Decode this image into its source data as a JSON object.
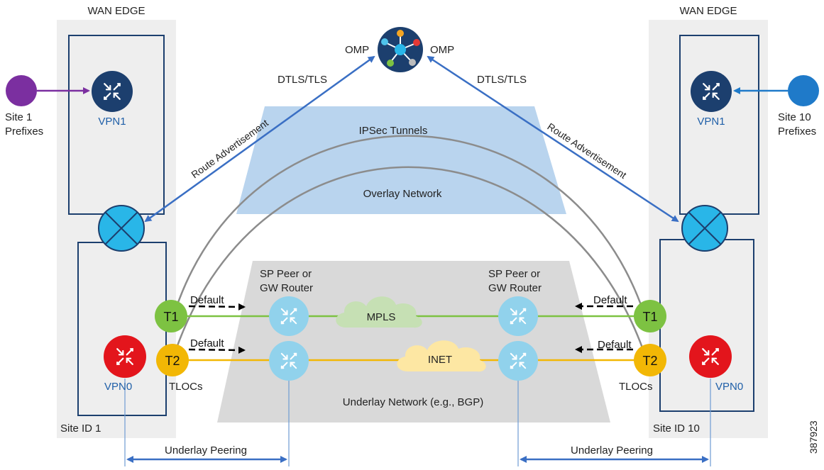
{
  "wan_edge_left": {
    "title": "WAN EDGE",
    "site_id": "Site ID 1",
    "vpn_service": "VPN1",
    "vpn_transport": "VPN0",
    "prefix_line1": "Site 1",
    "prefix_line2": "Prefixes",
    "route_adv": "Route Advertisement",
    "tloc_label": "TLOCs"
  },
  "wan_edge_right": {
    "title": "WAN EDGE",
    "site_id": "Site ID 10",
    "vpn_service": "VPN1",
    "vpn_transport": "VPN0",
    "prefix_line1": "Site 10",
    "prefix_line2": "Prefixes",
    "route_adv": "Route Advertisement",
    "tloc_label": "TLOCs"
  },
  "controller": {
    "left_label": "OMP",
    "right_label": "OMP",
    "link_left": "DTLS/TLS",
    "link_right": "DTLS/TLS"
  },
  "overlay": {
    "tunnels_label": "IPSec Tunnels",
    "network_label": "Overlay Network"
  },
  "underlay": {
    "network_label": "Underlay Network (e.g., BGP)",
    "peer_left_line1": "SP Peer or",
    "peer_left_line2": "GW Router",
    "peer_right_line1": "SP Peer or",
    "peer_right_line2": "GW Router",
    "cloud_mpls": "MPLS",
    "cloud_inet": "INET",
    "peering_left": "Underlay Peering",
    "peering_right": "Underlay Peering"
  },
  "tlocs": {
    "t1": "T1",
    "t2": "T2",
    "default_label": "Default"
  },
  "figure_id": "387923",
  "colors": {
    "dark_blue": "#1c3f6e",
    "light_blue": "#4fc3ea",
    "mpls_green": "#7dc242",
    "inet_yellow": "#f2b705",
    "vpn0_red": "#e3151c",
    "site1_purple": "#7b2fa0",
    "site10_blue": "#1f7ac9",
    "arrow_blue": "#3a6fc4"
  }
}
